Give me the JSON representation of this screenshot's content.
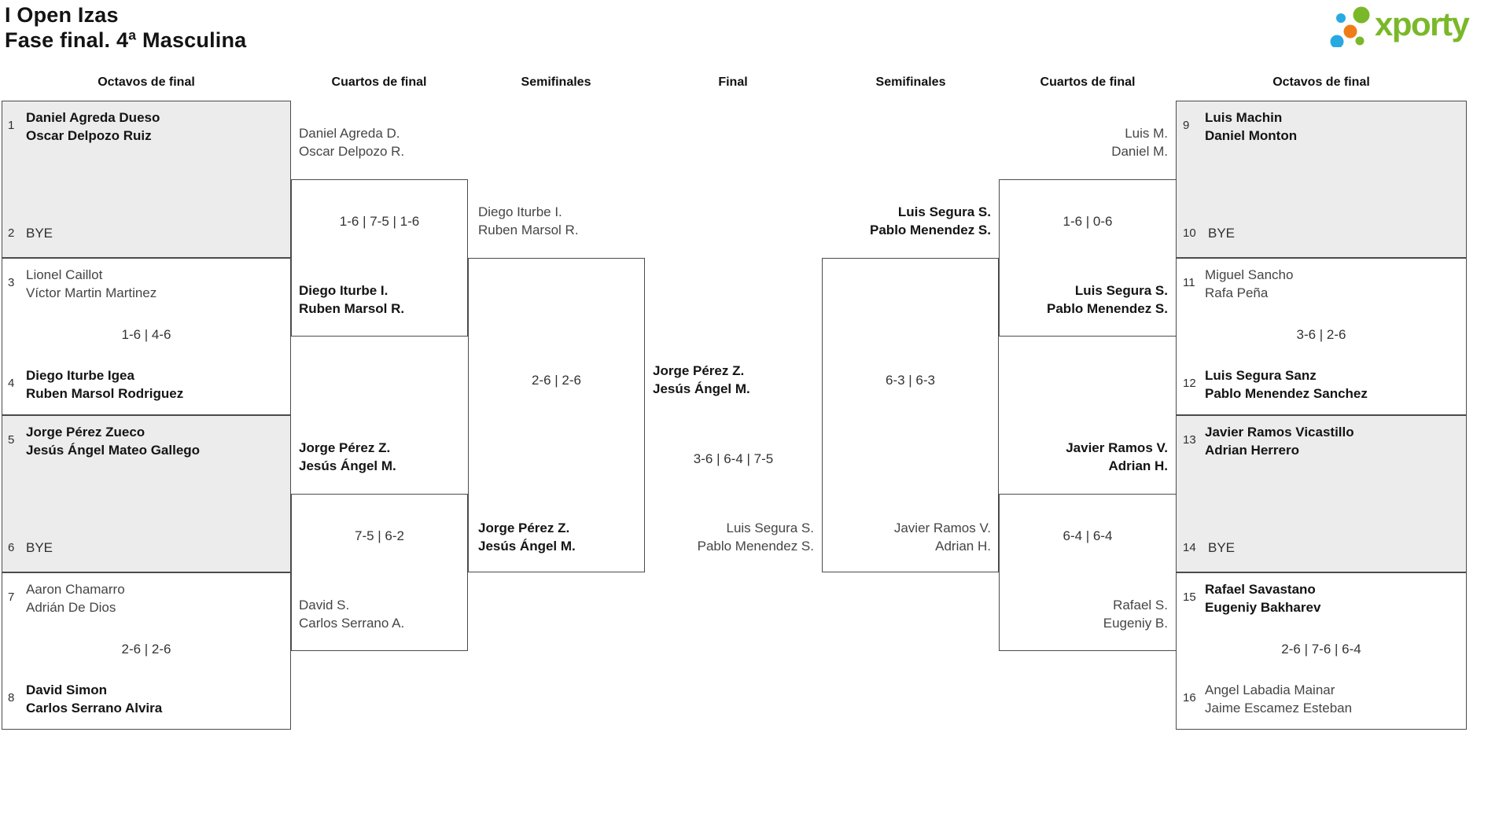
{
  "title": {
    "line1": "I Open Izas",
    "line2": "Fase final. 4ª Masculina"
  },
  "logo": {
    "brand": "xporty",
    "green": "#7ab829",
    "blue": "#29a9e1",
    "orange": "#ef7d17"
  },
  "rounds": {
    "r1": "Octavos de final",
    "r2": "Cuartos de final",
    "r3": "Semifinales",
    "r4": "Final",
    "r5": "Semifinales",
    "r6": "Cuartos de final",
    "r7": "Octavos de final"
  },
  "colors": {
    "box_border": "#4b4b4b",
    "bye_box_fill": "#ececec",
    "winner_text": "#141414",
    "loser_text": "#454545"
  },
  "matches": {
    "ol1": {
      "seed_top": "1",
      "top1": "Daniel Agreda Dueso",
      "top2": "Oscar Delpozo Ruiz",
      "seed_bot": "2",
      "bye": "BYE"
    },
    "ol2": {
      "seed_top": "3",
      "top1": "Lionel Caillot",
      "top2": "Víctor Martin Martinez",
      "score": "1-6 | 4-6",
      "seed_bot": "4",
      "bot1": "Diego Iturbe Igea",
      "bot2": "Ruben Marsol Rodriguez"
    },
    "ol3": {
      "seed_top": "5",
      "top1": "Jorge Pérez Zueco",
      "top2": "Jesús Ángel Mateo Gallego",
      "seed_bot": "6",
      "bye": "BYE"
    },
    "ol4": {
      "seed_top": "7",
      "top1": "Aaron Chamarro",
      "top2": "Adrián De Dios",
      "score": "2-6 | 2-6",
      "seed_bot": "8",
      "bot1": "David Simon",
      "bot2": "Carlos Serrano Alvira"
    },
    "cl1": {
      "top1": "Daniel Agreda D.",
      "top2": "Oscar Delpozo R.",
      "score": "1-6 | 7-5 | 1-6",
      "bot1": "Diego Iturbe I.",
      "bot2": "Ruben Marsol R."
    },
    "cl2": {
      "top1": "Jorge Pérez Z.",
      "top2": "Jesús Ángel M.",
      "score": "7-5 | 6-2",
      "bot1": "David S.",
      "bot2": "Carlos Serrano A."
    },
    "sl": {
      "top1": "Diego Iturbe I.",
      "top2": "Ruben Marsol R.",
      "score": "2-6 | 2-6",
      "bot1": "Jorge Pérez Z.",
      "bot2": "Jesús Ángel M."
    },
    "f": {
      "top1": "Jorge Pérez Z.",
      "top2": "Jesús Ángel M.",
      "score": "3-6 | 6-4 | 7-5",
      "bot1": "Luis Segura S.",
      "bot2": "Pablo Menendez S."
    },
    "sr": {
      "top1": "Luis Segura S.",
      "top2": "Pablo Menendez S.",
      "score": "6-3 | 6-3",
      "bot1": "Javier Ramos V.",
      "bot2": "Adrian H."
    },
    "cr1": {
      "top1": "Luis M.",
      "top2": "Daniel M.",
      "score": "1-6 | 0-6",
      "bot1": "Luis Segura S.",
      "bot2": "Pablo Menendez S."
    },
    "cr2": {
      "top1": "Javier Ramos V.",
      "top2": "Adrian H.",
      "score": "6-4 | 6-4",
      "bot1": "Rafael S.",
      "bot2": "Eugeniy B."
    },
    "or1": {
      "seed_top": "9",
      "top1": "Luis Machin",
      "top2": "Daniel Monton",
      "seed_bot": "10",
      "bye": "BYE"
    },
    "or2": {
      "seed_top": "11",
      "top1": "Miguel Sancho",
      "top2": "Rafa Peña",
      "score": "3-6 | 2-6",
      "seed_bot": "12",
      "bot1": "Luis Segura Sanz",
      "bot2": "Pablo Menendez Sanchez"
    },
    "or3": {
      "seed_top": "13",
      "top1": "Javier Ramos Vicastillo",
      "top2": "Adrian Herrero",
      "seed_bot": "14",
      "bye": "BYE"
    },
    "or4": {
      "seed_top": "15",
      "top1": "Rafael Savastano",
      "top2": "Eugeniy Bakharev",
      "score": "2-6 | 7-6 | 6-4",
      "seed_bot": "16",
      "bot1": "Angel Labadia Mainar",
      "bot2": "Jaime Escamez Esteban"
    }
  }
}
